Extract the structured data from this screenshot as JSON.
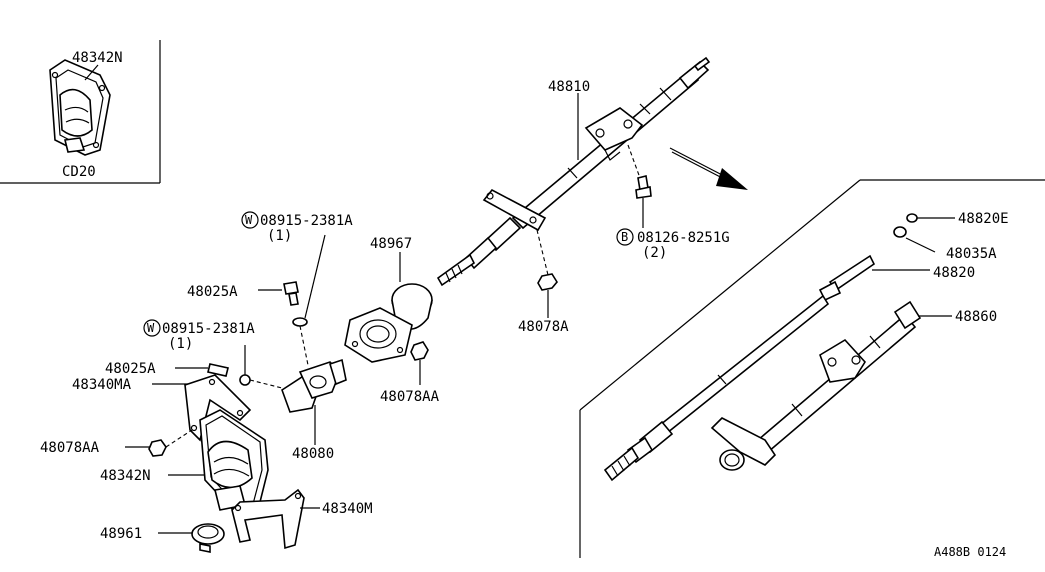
{
  "inset": {
    "part": "48342N",
    "variant": "CD20"
  },
  "labels": {
    "p48810": "48810",
    "w1": "W",
    "w1_part": "08915-2381A",
    "w1_qty": "(1)",
    "p48967": "48967",
    "p48025A_1": "48025A",
    "w2": "W",
    "w2_part": "08915-2381A",
    "w2_qty": "(1)",
    "p48025A_2": "48025A",
    "p48340MA": "48340MA",
    "p48078AA_1": "48078AA",
    "p48342N": "48342N",
    "p48961": "48961",
    "p48340M": "48340M",
    "p48080": "48080",
    "p48078AA_2": "48078AA",
    "p48078A": "48078A",
    "b1": "B",
    "b1_part": "08126-8251G",
    "b1_qty": "(2)",
    "p48820E": "48820E",
    "p48035A": "48035A",
    "p48820": "48820",
    "p48860": "48860"
  },
  "footer": {
    "code": "A488B 0124"
  }
}
